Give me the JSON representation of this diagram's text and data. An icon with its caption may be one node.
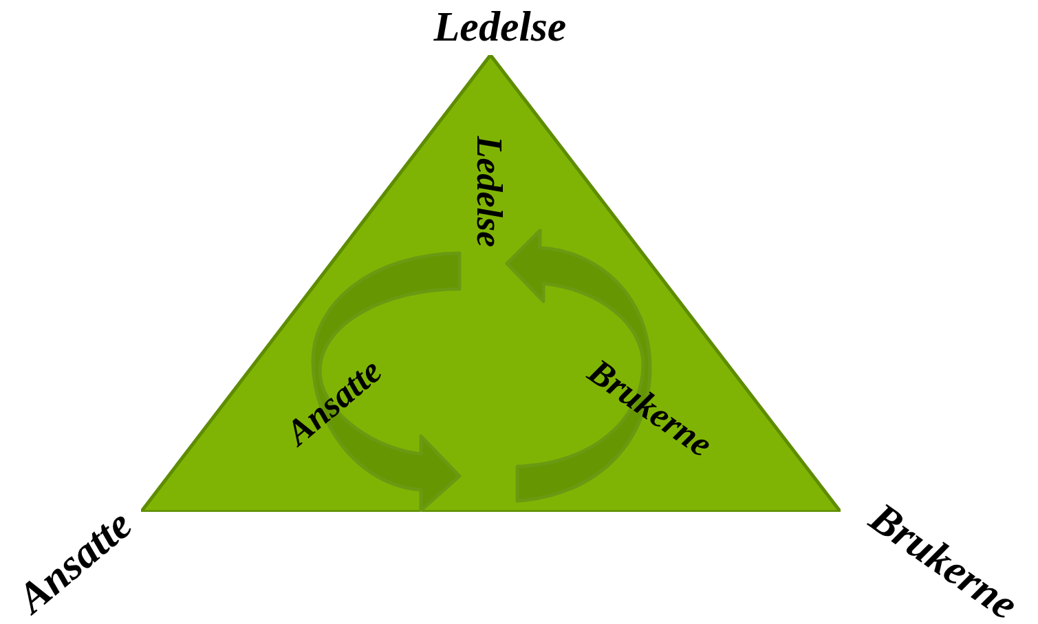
{
  "diagram": {
    "nodes": [
      {
        "text": [
          "Ledelse",
          "Ansatte",
          "Brukerne"
        ]
      }
    ],
    "edges": [],
    "labels": [
      "Ledelse",
      "Ansatte",
      "Brukerne"
    ]
  }
}
